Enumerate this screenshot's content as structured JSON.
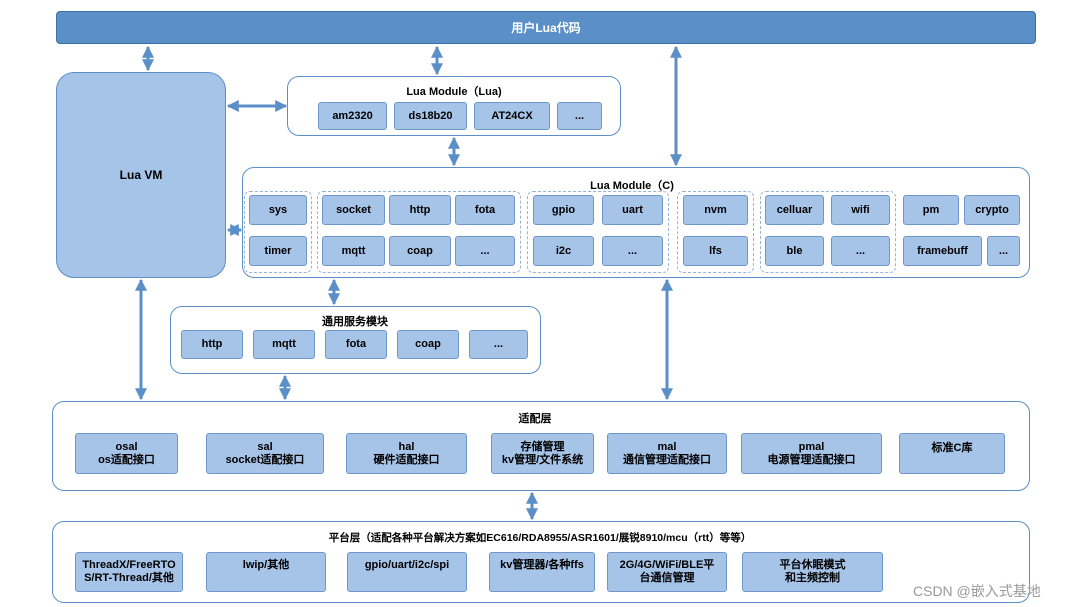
{
  "top_bar": "用户Lua代码",
  "lua_vm": "Lua VM",
  "lua_module_lua": {
    "title": "Lua Module（Lua)",
    "items": [
      "am2320",
      "ds18b20",
      "AT24CX",
      "..."
    ]
  },
  "lua_module_c": {
    "title": "Lua Module（C)",
    "items": {
      "sys": "sys",
      "timer": "timer",
      "socket": "socket",
      "http": "http",
      "fota": "fota",
      "mqtt": "mqtt",
      "coap": "coap",
      "more1": "...",
      "gpio": "gpio",
      "uart": "uart",
      "i2c": "i2c",
      "more2": "...",
      "nvm": "nvm",
      "lfs": "lfs",
      "celluar": "celluar",
      "wifi": "wifi",
      "ble": "ble",
      "more3": "...",
      "pm": "pm",
      "crypto": "crypto",
      "framebuff": "framebuff",
      "more4": "..."
    }
  },
  "common_services": {
    "title": "通用服务模块",
    "items": [
      "http",
      "mqtt",
      "fota",
      "coap",
      "..."
    ]
  },
  "adapter_layer": {
    "title": "适配层",
    "items": [
      {
        "line1": "osal",
        "line2": "os适配接口"
      },
      {
        "line1": "sal",
        "line2": "socket适配接口"
      },
      {
        "line1": "hal",
        "line2": "硬件适配接口"
      },
      {
        "line1": "存储管理",
        "line2": "kv管理/文件系统"
      },
      {
        "line1": "mal",
        "line2": "通信管理适配接口"
      },
      {
        "line1": "pmal",
        "line2": "电源管理适配接口"
      },
      {
        "line1": "标准C库",
        "line2": ""
      }
    ]
  },
  "platform_layer": {
    "title": "平台层（适配各种平台解决方案如EC616/RDA8955/ASR1601/展锐8910/mcu（rtt）等等）",
    "items": [
      {
        "line1": "ThreadX/FreeRTO",
        "line2": "S/RT-Thread/其他"
      },
      {
        "line1": "lwip/其他",
        "line2": ""
      },
      {
        "line1": "gpio/uart/i2c/spi",
        "line2": ""
      },
      {
        "line1": "kv管理器/各种ffs",
        "line2": ""
      },
      {
        "line1": "2G/4G/WiFi/BLE平",
        "line2": "台通信管理"
      },
      {
        "line1": "平台休眠模式",
        "line2": "和主频控制"
      }
    ]
  },
  "watermark": "CSDN @嵌入式基地",
  "colors": {
    "panel_border": "#5b8fc7",
    "box_fill": "#a6c3e8",
    "top_bar_fill": "#5b8fc7",
    "arrow": "#5b8fc7"
  }
}
